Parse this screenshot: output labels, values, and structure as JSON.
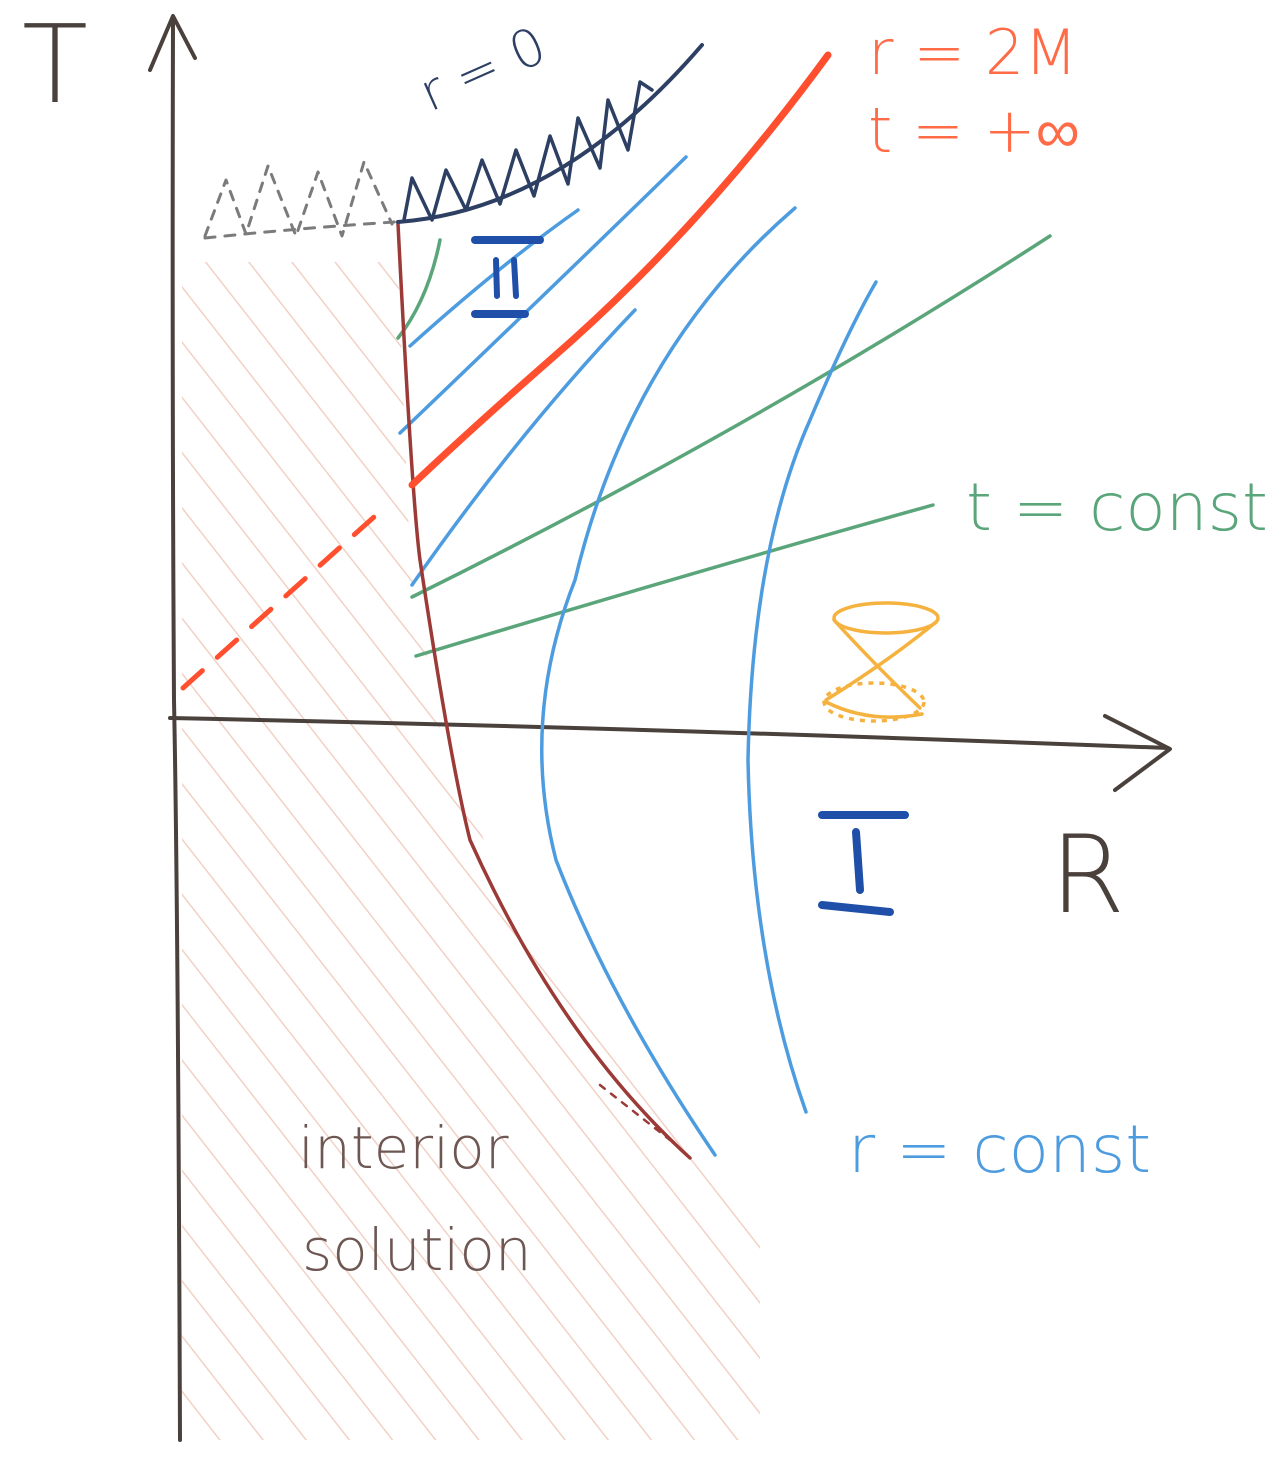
{
  "axes": {
    "vertical_label": "T",
    "horizontal_label": "R"
  },
  "labels": {
    "singularity": "r = 0",
    "horizon_line1": "r = 2M",
    "horizon_line2": "t = +∞",
    "t_const": "t = const",
    "r_const": "r = const",
    "interior_line1": "interior",
    "interior_line2": "solution",
    "region_one": "I",
    "region_two": "II"
  },
  "colors": {
    "axis": "#4a403c",
    "singularity": "#2d3f63",
    "horizon": "#ff4f2e",
    "t_const": "#5aa57a",
    "r_const": "#4d9ce0",
    "star_surface": "#9b3a36",
    "hatch": "#efc9bb",
    "light_cone": "#f6b23f",
    "region_label": "#1f4fa8",
    "interior_text": "#6e5753",
    "ghost": "#7b7b7b"
  },
  "icons": {
    "light_cone": "light-cone-icon"
  }
}
